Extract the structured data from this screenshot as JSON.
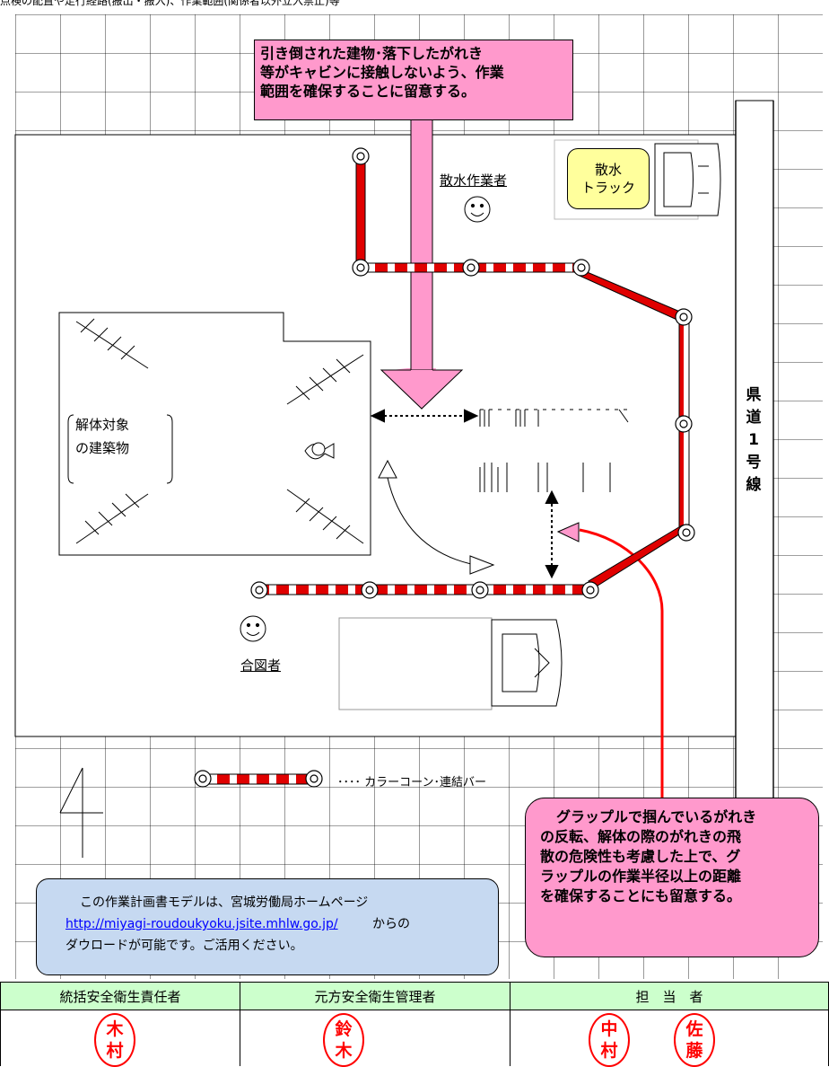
{
  "header": {
    "text": "点検の配置や走行経路(搬出・搬入)、作業範囲(関係者以外立入禁止)等"
  },
  "notes": {
    "top": [
      "引き倒された建物･落下したがれき",
      "等がキャビンに接触しないよう、作業",
      "範囲を確保することに留意する。"
    ],
    "right": [
      "グラップルで掴んでいるがれき",
      "の反転、解体の際のがれきの飛",
      "散の危険性も考慮した上で、グ",
      "ラップルの作業半径以上の距離",
      "を確保することにも留意する。"
    ]
  },
  "labels": {
    "sprinkler_worker": "散水作業者",
    "sprinkler_truck": [
      "散水",
      "トラック"
    ],
    "building": [
      "解体対象",
      "の建築物"
    ],
    "road": [
      "県",
      "道",
      "1",
      "号",
      "線"
    ],
    "signal_person": "合図者",
    "legend": "････ カラーコーン･連結バー"
  },
  "info": {
    "line1": "この作業計画書モデルは、宮城労働局ホームページ",
    "url": "http://miyagi-roudoukyoku.jsite.mhlw.go.jp/",
    "after_url": "からの",
    "line3": "ダウロードが可能です。ご活用ください。"
  },
  "signoff": {
    "headers": [
      "統括安全衛生責任者",
      "元方安全衛生管理者",
      "担　当　者"
    ],
    "stamps": [
      [
        "木",
        "村"
      ],
      [
        "鈴",
        "木"
      ],
      [
        "中",
        "村"
      ],
      [
        "佐",
        "藤"
      ]
    ]
  },
  "colors": {
    "note_pink": "#ff99cc",
    "info_blue": "#c6d9f1",
    "table_green": "#ccffcc",
    "stamp_red": "#ff0000",
    "barrier_red": "#e00000",
    "truck_yellow": "#ffff9c"
  }
}
